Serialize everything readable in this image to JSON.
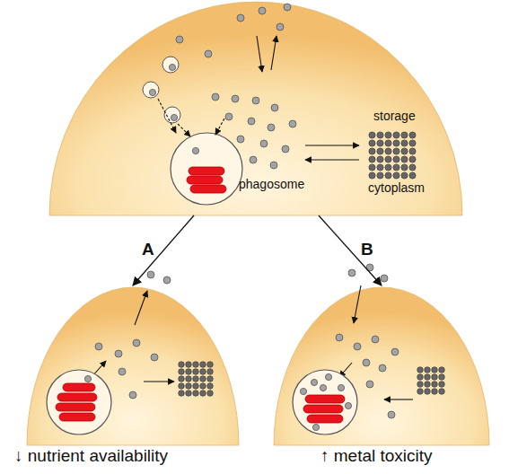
{
  "diagram": {
    "nodes": [
      {
        "text": [
          "cytoplasm"
        ]
      },
      {
        "text": [
          "storage"
        ],
        "in": 0
      },
      {
        "text": [
          "phagosome"
        ],
        "in": 0
      },
      {
        "text": [
          "↓ nutrient availability"
        ]
      },
      {
        "text": [
          "↑ metal toxicity"
        ]
      }
    ],
    "edges": [
      {
        "from": 0,
        "to": 3,
        "arrow": "to",
        "label": "A"
      },
      {
        "from": 0,
        "to": 4,
        "arrow": "to",
        "label": "B"
      }
    ]
  }
}
